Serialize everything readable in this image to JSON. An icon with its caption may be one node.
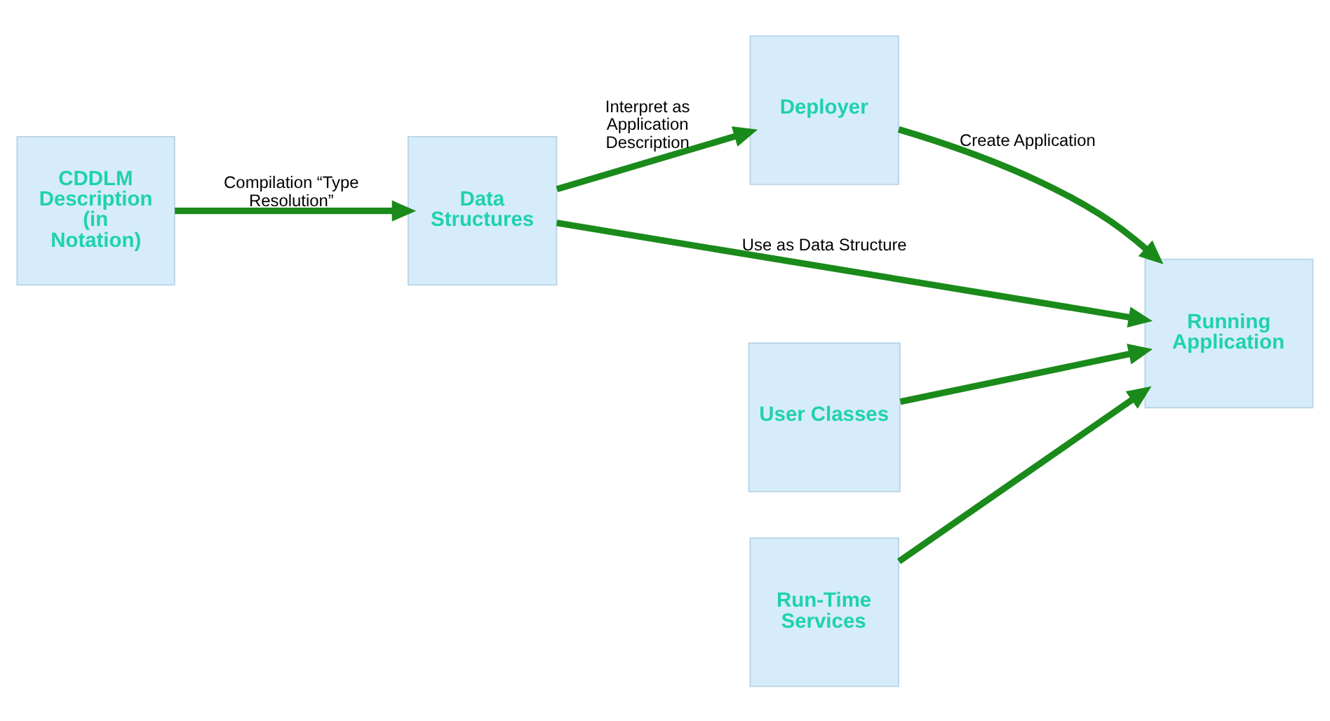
{
  "diagram": {
    "nodes": [
      {
        "text": [
          "CDDLM Description (in Notation)"
        ]
      },
      {
        "text": [
          "Data Structures"
        ]
      },
      {
        "text": [
          "Deployer"
        ]
      },
      {
        "text": [
          "User Classes"
        ]
      },
      {
        "text": [
          "Run-Time Services"
        ]
      },
      {
        "text": [
          "Running Application"
        ]
      }
    ],
    "edges": [
      {
        "from": 0,
        "to": 1,
        "arrow": "to",
        "label": "Compilation “Type Resolution”"
      },
      {
        "from": 1,
        "to": 2,
        "arrow": "to",
        "label": "Interpret as Application Description"
      },
      {
        "from": 2,
        "to": 5,
        "arrow": "to",
        "label": "Create Application"
      },
      {
        "from": 3,
        "to": 5,
        "arrow": "to"
      },
      {
        "from": 1,
        "to": 5,
        "arrow": "to",
        "label": "Use as Data Structure"
      },
      {
        "from": 4,
        "to": 5,
        "arrow": "to"
      }
    ]
  }
}
